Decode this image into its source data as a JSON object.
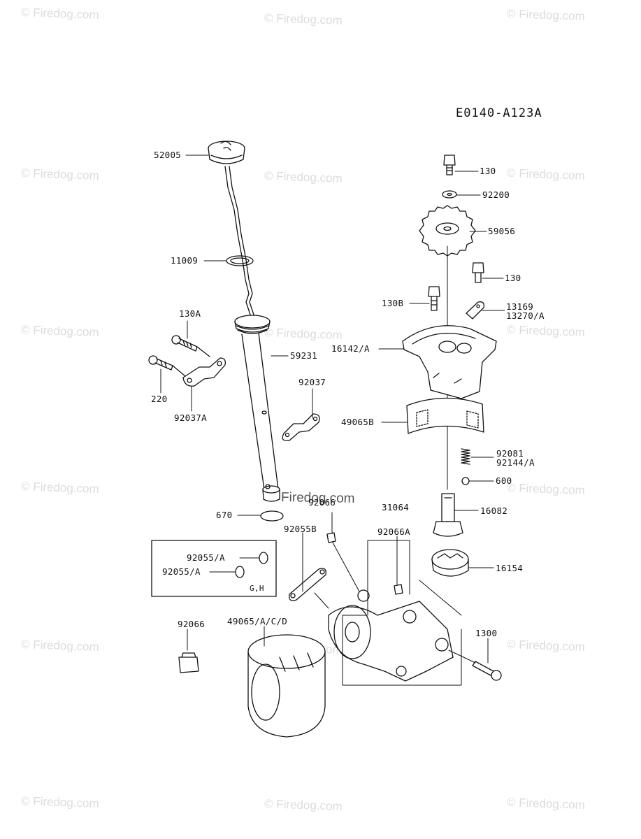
{
  "diagram_ref": "E0140-A123A",
  "watermark": "© Firedog.com",
  "watermark_overlay": "Firedog.com",
  "labels": {
    "p52005": "52005",
    "p11009": "11009",
    "p130A": "130A",
    "p220": "220",
    "p92037A": "92037A",
    "p59231": "59231",
    "p92037": "92037",
    "p670": "670",
    "p92066_top": "92066",
    "p31064": "31064",
    "p92055A_1": "92055/A",
    "p92055A_2": "92055/A",
    "pGH": "G,H",
    "p92055B": "92055B",
    "p92066A": "92066A",
    "p92066_bot": "92066",
    "p49065ACD": "49065/A/C/D",
    "p1300": "1300",
    "p130_top": "130",
    "p92200": "92200",
    "p59056": "59056",
    "p130_mid": "130",
    "p130B": "130B",
    "p13169": "13169",
    "p13270A": "13270/A",
    "p16142A": "16142/A",
    "p49065B": "49065B",
    "p92081": "92081",
    "p92144A": "92144/A",
    "p600": "600",
    "p16082": "16082",
    "p16154": "16154"
  }
}
